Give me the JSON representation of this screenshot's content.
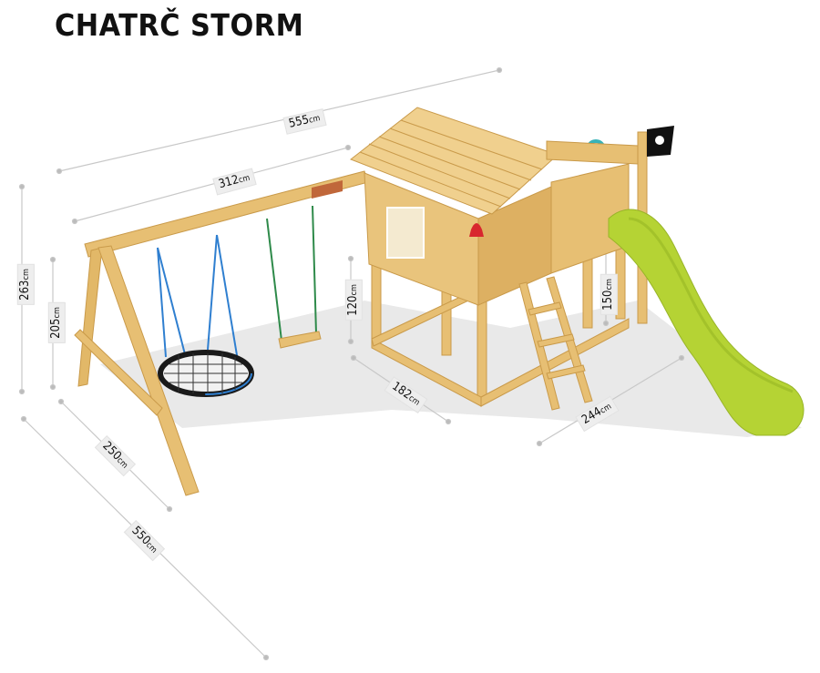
{
  "title": "CHATRČ STORM",
  "unit": "cm",
  "dimensions": {
    "overall_length": {
      "value": "555",
      "unit": "cm"
    },
    "swing_beam_length": {
      "value": "312",
      "unit": "cm"
    },
    "total_height": {
      "value": "263",
      "unit": "cm"
    },
    "swing_beam_height": {
      "value": "205",
      "unit": "cm"
    },
    "platform_height": {
      "value": "120",
      "unit": "cm"
    },
    "slide_platform_height": {
      "value": "150",
      "unit": "cm"
    },
    "house_depth": {
      "value": "182",
      "unit": "cm"
    },
    "slide_length": {
      "value": "244",
      "unit": "cm"
    },
    "swing_frame_depth": {
      "value": "250",
      "unit": "cm"
    },
    "overall_depth": {
      "value": "550",
      "unit": "cm"
    }
  },
  "components": [
    "swing-frame",
    "nest-swing",
    "board-swing",
    "playhouse",
    "ladder",
    "slide",
    "pirate-flag",
    "steering-wheel",
    "bell",
    "treasure-map-board"
  ],
  "colors": {
    "wood": "#e7bf73",
    "wood_dark": "#c99a4a",
    "slide": "#b5d334",
    "nest_rope": "#2f7fd0",
    "swing_rope": "#2e8a4a",
    "bell": "#d8262e",
    "wheel": "#38b3b8",
    "dim_line": "#c8c8c8"
  }
}
